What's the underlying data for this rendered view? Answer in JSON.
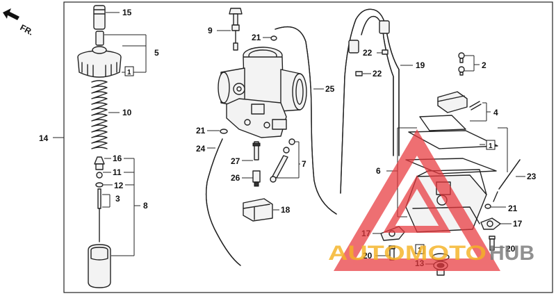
{
  "direction_label": "FR.",
  "callouts": {
    "c1a": "1",
    "c1b": "1",
    "c1c": "1",
    "c2": "2",
    "c3": "3",
    "c4": "4",
    "c5": "5",
    "c6": "6",
    "c7": "7",
    "c8": "8",
    "c9": "9",
    "c10": "10",
    "c11": "11",
    "c12": "12",
    "c13": "13",
    "c14": "14",
    "c15": "15",
    "c16": "16",
    "c17a": "17",
    "c17b": "17",
    "c18": "18",
    "c19": "19",
    "c20a": "20",
    "c20b": "20",
    "c21a": "21",
    "c21b": "21",
    "c21c": "21",
    "c22a": "22",
    "c22b": "22",
    "c23": "23",
    "c24": "24",
    "c25": "25",
    "c26": "26",
    "c27": "27"
  },
  "watermark": {
    "text_colored": "AUTOMOTO",
    "text_gray": "HUB",
    "color_triangle": "#e8383d",
    "color_text": "#f5b324",
    "color_gray": "#7d7d7d"
  }
}
